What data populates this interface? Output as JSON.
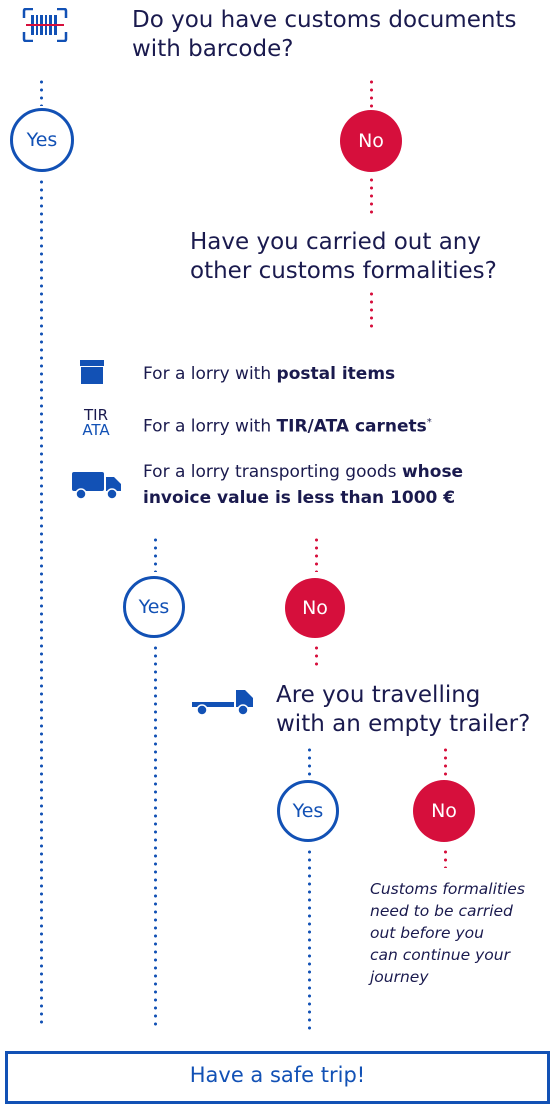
{
  "q1": {
    "line1": "Do you have customs documents",
    "line2": "with barcode?",
    "icon": "barcode-scan-icon"
  },
  "yes_label": "Yes",
  "no_label": "No",
  "q2": {
    "line1": "Have you carried out any",
    "line2": "other customs formalities?"
  },
  "items": {
    "postal": {
      "prefix": "For a lorry with ",
      "bold": "postal items",
      "icon": "parcel-icon"
    },
    "tir": {
      "prefix": "For a lorry with ",
      "bold": "TIR/ATA carnets",
      "sup": "*",
      "icon_top": "TIR",
      "icon_bottom": "ATA"
    },
    "goods": {
      "line1_prefix": "For a lorry transporting goods ",
      "line1_bold": "whose",
      "line2_bold": "invoice value is less than 1000 €",
      "icon": "truck-icon"
    }
  },
  "q3": {
    "line1": "Are you travelling",
    "line2": "with an empty trailer?",
    "icon": "empty-trailer-icon"
  },
  "note": {
    "line1": "Customs formalities",
    "line2": "need to be carried",
    "line3": "out before you",
    "line4": "can continue your",
    "line5": "journey"
  },
  "final": {
    "label": "Have a safe trip!"
  },
  "colors": {
    "blue": "#1251b5",
    "red": "#d60f3c",
    "text": "#1a1a4e"
  }
}
